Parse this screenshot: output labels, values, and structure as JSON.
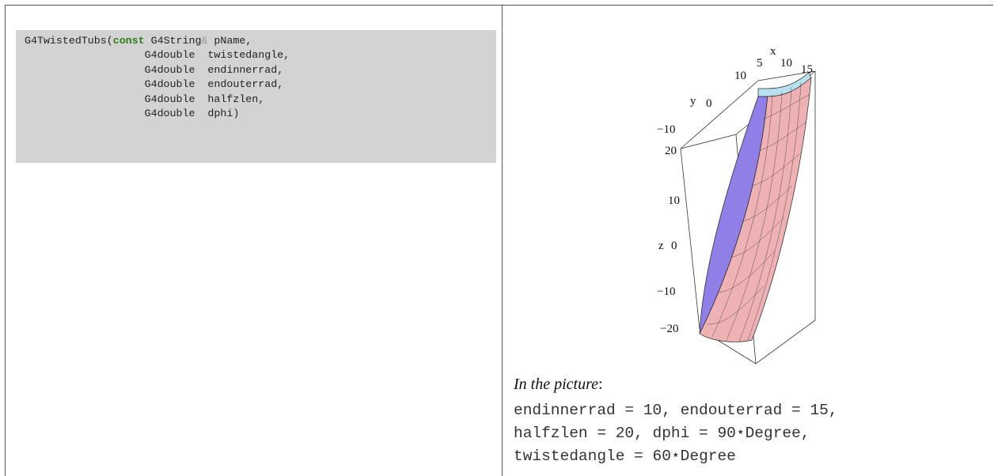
{
  "code": {
    "function_name": "G4TwistedTubs",
    "keyword": "const",
    "type_string": "G4String",
    "amp": "&",
    "param_type": "G4double",
    "params": [
      "pName,",
      "twistedangle,",
      "endinnerrad,",
      "endouterrad,",
      "halfzlen,",
      "dphi)"
    ]
  },
  "figure": {
    "x_axis_label": "x",
    "y_axis_label": "y",
    "z_axis_label": "z",
    "x_ticks": [
      "5",
      "10",
      "15"
    ],
    "y_ticks": [
      "10",
      "0",
      "−10"
    ],
    "z_ticks": [
      "20",
      "10",
      "0",
      "−10",
      "−20"
    ],
    "colors": {
      "inner_surface": "#8f7fe6",
      "outer_surface": "#efb2b4",
      "top_face": "#b8e2f0",
      "mesh": "#222222"
    }
  },
  "caption": {
    "label": "In the picture",
    "colon": ":"
  },
  "parameters": [
    "endinnerrad = 10, endouterrad = 15,",
    "halfzlen = 20, dphi = 90⋆Degree,",
    "twistedangle = 60⋆Degree"
  ]
}
